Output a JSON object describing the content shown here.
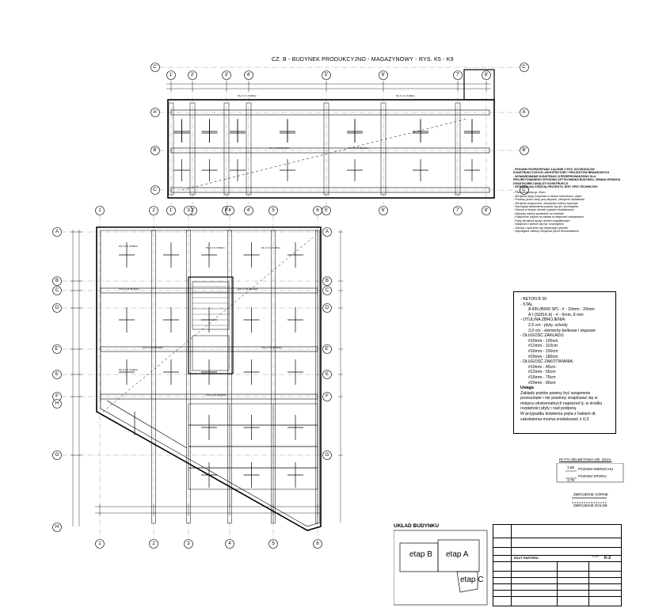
{
  "drawing_title": "CZ. B  -  BUDYNEK PRODUKCYJNO - MAGAZYNOWY - RYS. K5 - K9",
  "axes": {
    "upper_numbers": [
      "1'",
      "2'",
      "3'",
      "4'",
      "5'",
      "6'",
      "7'",
      "8'"
    ],
    "upper_letters": [
      "C'",
      "A'",
      "B'",
      "C'"
    ],
    "lower_numbers": [
      "1",
      "2",
      "3",
      "4",
      "5",
      "6"
    ],
    "lower_letters_left": [
      "A",
      "B",
      "C",
      "D",
      "E'",
      "E",
      "F",
      "H",
      "G",
      "H"
    ],
    "lower_letters_right": [
      "A",
      "B",
      "C",
      "D",
      "E'",
      "E",
      "F",
      "G"
    ]
  },
  "beam_label": "Poz.4.1.B 30x40cm",
  "slab_label": "Pły 3.1 S. 8x68cm",
  "notes": {
    "head": "- RYSUNKI ROZPATRYWAĆ ŁĄCZNIE Z RYS. SZCZEGÓŁÓW KONSTRUKCYJNYCH, ARCHITEKTURY I PROJEKTÓW BRANŻOWYCH",
    "head2": "- WYMIAROWANIE KONSTRUKCJI PRZEPROWADZONO DLA PROJEKTOWANEGO SPOSOBU UŻYTKOWANIA BUDYNKU, ZMIANA WYMAGA DODATKOWEJ ANALIZY KONSTRUKCJI",
    "head3": "- INTEGRALNĄ CZĘŚCIĄ PROJEKTU JEST OPIS TECHNICZNY",
    "items": [
      "- Płyta stropowa gr. 20cm",
      "- Zbrojenie płyty, krzyżowe w dwóch kierunkach, dolne",
      "- Przeloty przez strop przy słupach, zbrojenie dodatkowe",
      "- Zbrojenie podporowe, obwodowe należy wykonać",
      "- Szczegóły zakotwienia prętów wg rys. szczegółów",
      "- Otwory w stropie obrobić prętami dodatkowymi",
      "- Wymiary należy sprawdzić na budowie",
      "- Połączenie prętów na zakład w miejscach wskazanych",
      "- Pręty zbrojenia łączyć drutem wiązałkowym",
      "- Nadproża i wieńce wg rys. szczegółów",
      "- Schody i spoczniki wg odrębnego rysunku",
      "- Wymagane odbiory zbrojenia przed betonowaniem"
    ]
  },
  "spec": {
    "beton": "- BETON  B 30",
    "stal": "- STAL",
    "stal1": "A IIIN (B500 SP) - #     - 10mm - 20mm",
    "stal2": "A I      (St3SX-b) - #     - 6mm, 8 mm",
    "otulina_h": "- OTULINA ZBROJENIA:",
    "otulina1": "2,5 cm - płyty, schody",
    "otulina2": "3,0 cm - elementy belkowe i słupowe",
    "zakl_h": "- DŁUGOŚĆ ZAKŁADU:",
    "zakl": [
      "#10mm - 100cm",
      "#12mm - 110cm",
      "#16mm - 150cm",
      "#20mm - 180cm"
    ],
    "zak_h": "- DŁUGOŚĆ ZAKOTWIANIA:",
    "zak": [
      "#10mm - 45cm",
      "#12mm - 55cm",
      "#16mm - 75cm",
      "#20mm - 90cm"
    ],
    "uwaga_h": "Uwaga",
    "uwaga": [
      "Zakłady prętów powiny być wzajemnie",
      "przesunięte i nie powinny znajdować się w",
      "miejscu ekstremalnych naprężeń tj. w środku",
      "rozpiętości płyty i nad podporą",
      "W przypadku kotwienia pręta z hakiem dł.",
      "zakotwienia można zredukować o 0,3"
    ]
  },
  "legend": {
    "slab": "PŁYTA ŻELBETOWA GR. 20cm:",
    "top_level": "POZIOM WIERZCHU",
    "top_val": "3,98",
    "bottom_level": "POZIOM SPODU",
    "bottom_val": "3,78",
    "rein_top": "ZBROJENIE GÓRNE",
    "rein_bottom": "ZBROJENIE DOLNE"
  },
  "uklad": {
    "title": "UKŁAD BUDYNKU",
    "etap_b": "etap B",
    "etap_a": "etap A",
    "etap_c": "etap C"
  },
  "stamp": {
    "sheet_title": "RZUT PARTERU",
    "scale": "1:100",
    "number": "K-2"
  }
}
